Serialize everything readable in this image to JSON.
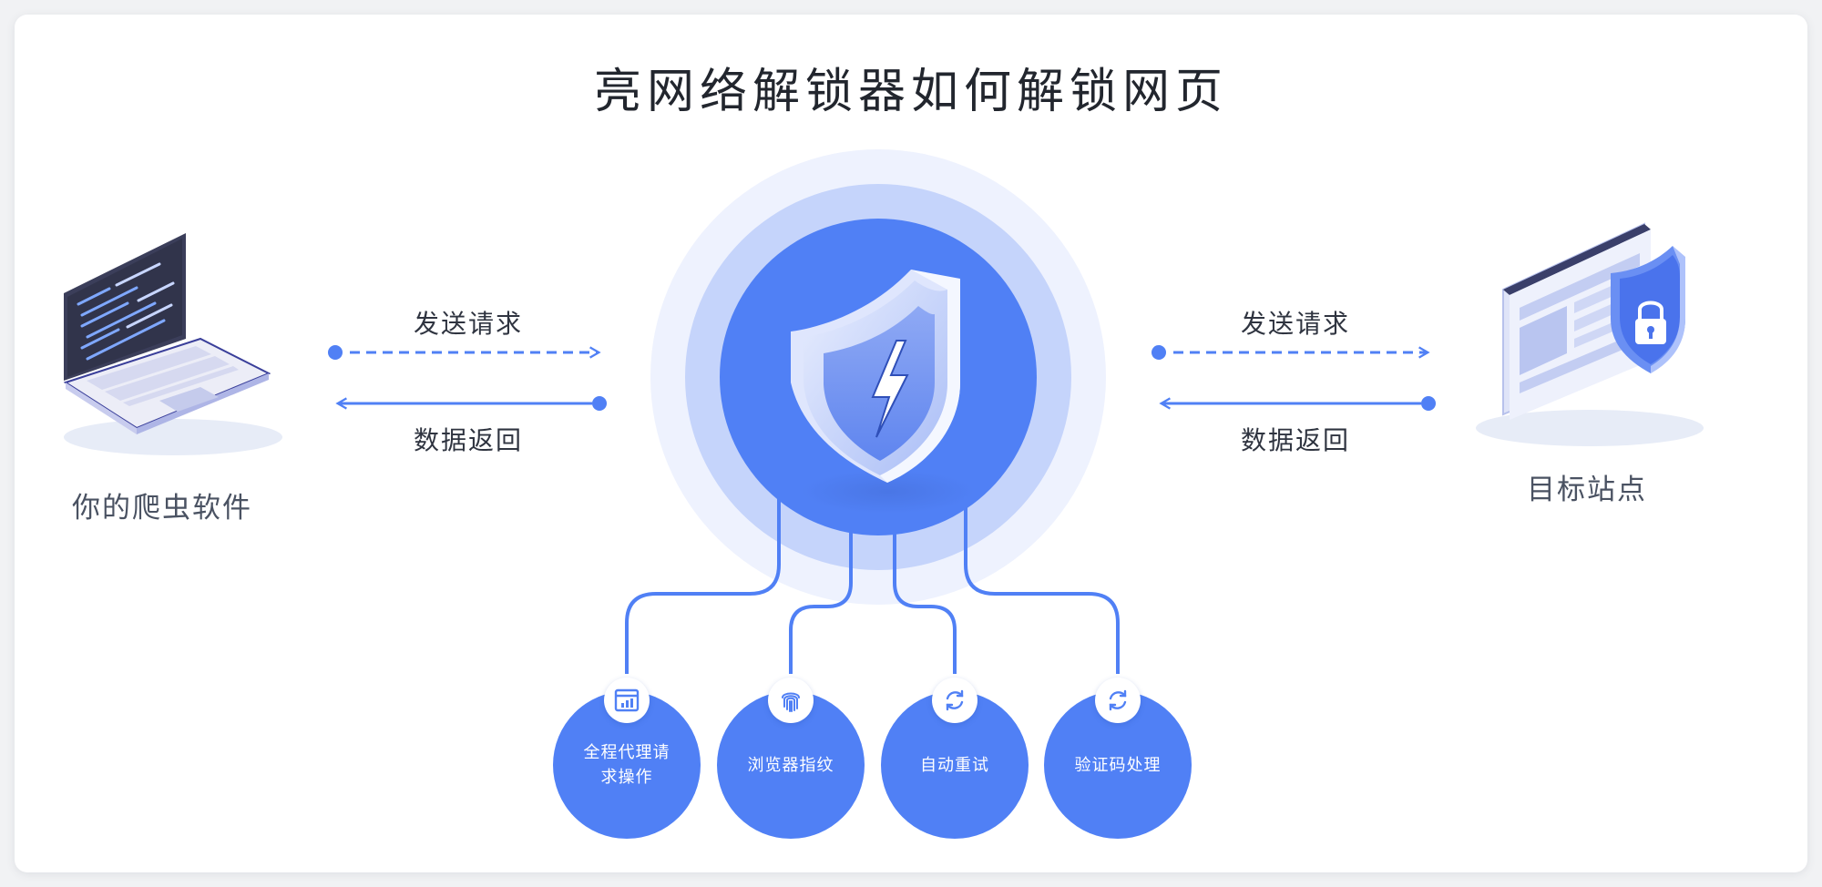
{
  "title": "亮网络解锁器如何解锁网页",
  "left_node": {
    "label": "你的爬虫软件",
    "icon": "laptop-code-icon"
  },
  "right_node": {
    "label": "目标站点",
    "icon": "secure-website-icon"
  },
  "center_node": {
    "icon": "shield-lightning-icon"
  },
  "left_flow": {
    "request_label": "发送请求",
    "response_label": "数据返回"
  },
  "right_flow": {
    "request_label": "发送请求",
    "response_label": "数据返回"
  },
  "features": [
    {
      "label": "全程代理请求操作",
      "icon": "browser-chart-icon"
    },
    {
      "label": "浏览器指纹",
      "icon": "fingerprint-icon"
    },
    {
      "label": "自动重试",
      "icon": "refresh-icon"
    },
    {
      "label": "验证码处理",
      "icon": "refresh-icon"
    }
  ],
  "colors": {
    "accent": "#5080f5",
    "halo_outer": "#eef2fe",
    "halo_mid": "#c5d4fb",
    "text_dark": "#22262e"
  }
}
